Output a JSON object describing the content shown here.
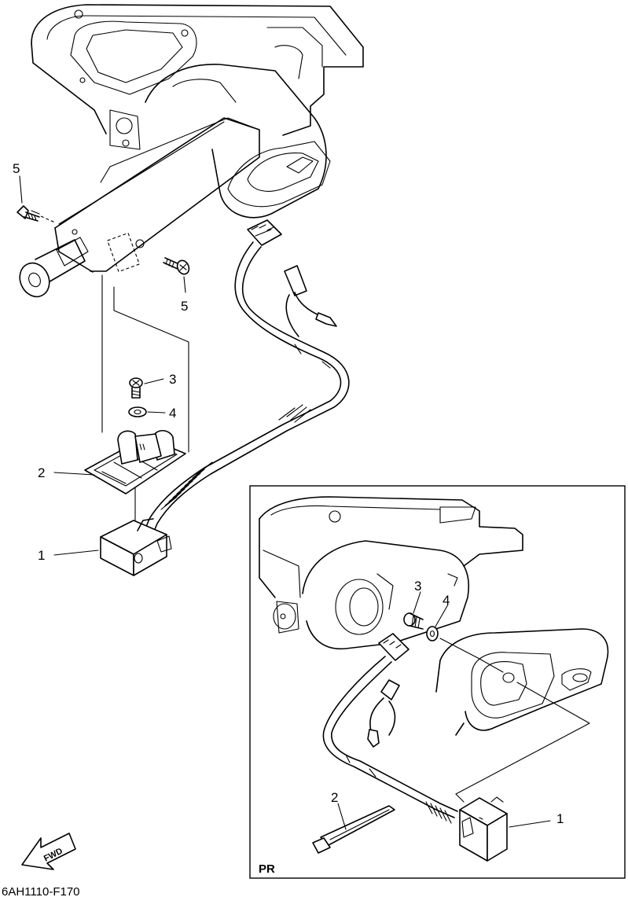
{
  "callouts_main": {
    "c5a": "5",
    "c5b": "5",
    "c3": "3",
    "c4": "4",
    "c2": "2",
    "c1": "1"
  },
  "callouts_inset": {
    "c3": "3",
    "c4": "4",
    "c2": "2",
    "c1": "1"
  },
  "inset_label": "PR",
  "forward_label": "FWD",
  "figure_code": "6AH1110-F170"
}
